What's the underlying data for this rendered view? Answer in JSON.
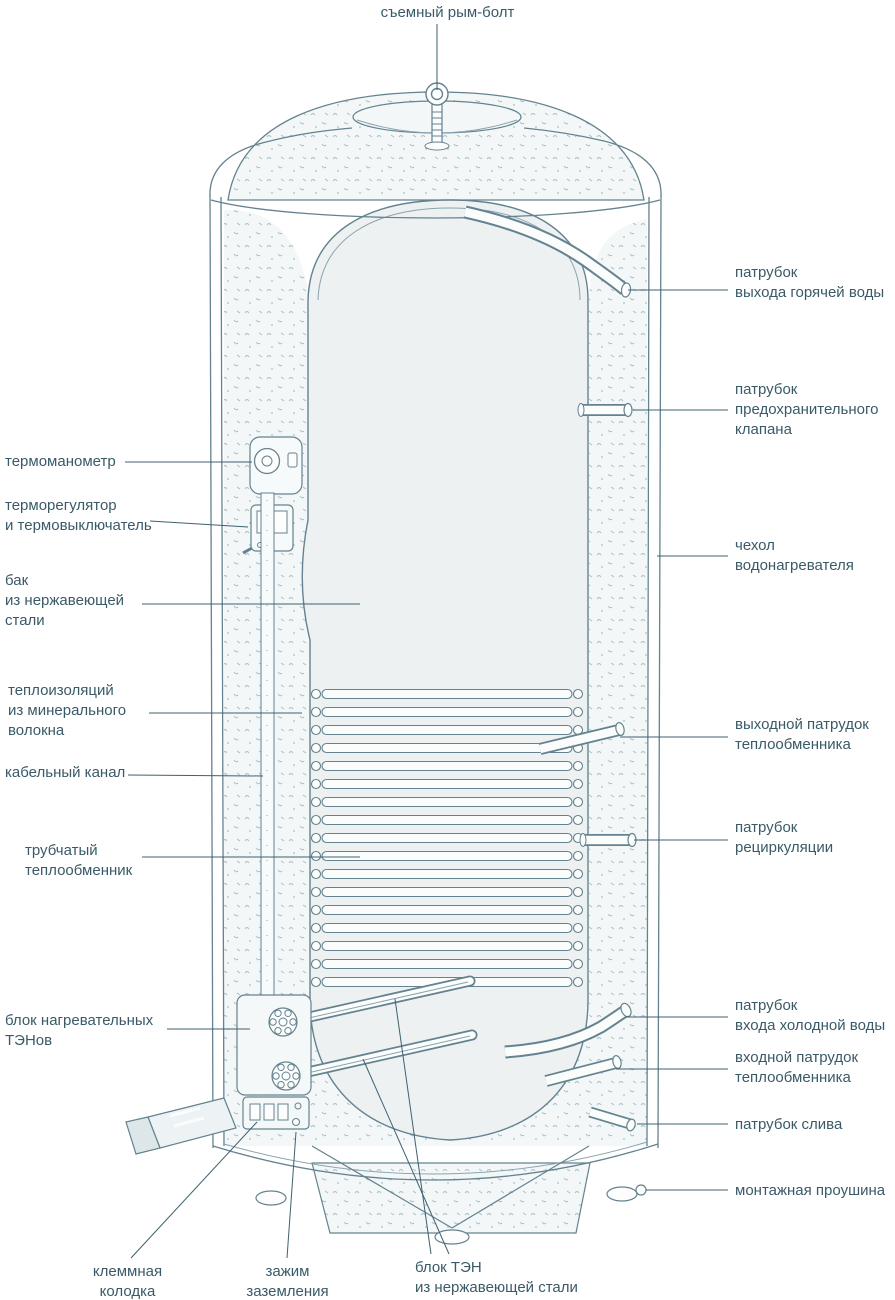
{
  "labels": {
    "eye_bolt": "съемный рым-болт",
    "hot_water_outlet": "патрубок\nвыхода горячей воды",
    "safety_valve": "патрубок\nпредохранительного\nклапана",
    "casing": "чехол\nводонагревателя",
    "hx_outlet": "выходной патрудок\nтеплообменника",
    "recirculation": "патрубок\nрециркуляции",
    "cold_water_inlet": "патрубок\nвхода холодной воды",
    "hx_inlet": "входной патрудок\nтеплообменника",
    "drain": "патрубок слива",
    "mounting_lug": "монтажная проушина",
    "thermomanometer": "термоманометр",
    "thermostat": "терморегулятор\nи термовыключатель",
    "tank": "бак\nиз нержавеющей\nстали",
    "insulation": "теплоизоляций\nиз минерального\nволокна",
    "cable_channel": "кабельный канал",
    "coil": "трубчатый\nтеплообменник",
    "heater_block": "блок нагревательных\nТЭНов",
    "terminal_block": "клеммная\nколодка",
    "ground_clamp": "зажим\nзаземления",
    "ten_block": "блок ТЭН\nиз нержавеющей стали"
  },
  "colors": {
    "outline": "#64828f",
    "leader": "#3f6170",
    "label_text": "#3a5a68",
    "tank_fill": "#edf1f2",
    "speckle": "#a9bdc6"
  }
}
